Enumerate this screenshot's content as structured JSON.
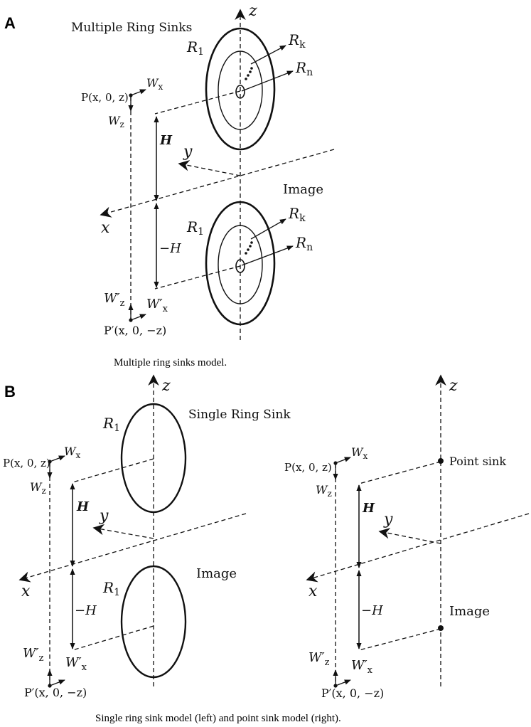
{
  "panel_a": {
    "letter": "A",
    "title": "Multiple Ring Sinks",
    "caption": "Multiple ring sinks model.",
    "labels": {
      "z": "z",
      "y": "y",
      "x": "x",
      "R1": "R",
      "R1_sub": "1",
      "Rk": "R",
      "Rk_sub": "k",
      "Rn": "R",
      "Rn_sub": "n",
      "R1b": "R",
      "R1b_sub": "1",
      "Rkb": "R",
      "Rkb_sub": "k",
      "Rnb": "R",
      "Rnb_sub": "n",
      "P": "P(x, 0, z)",
      "Pp": "P′(x, 0, −z)",
      "Wx": "W",
      "Wx_sub": "x",
      "Wz": "W",
      "Wz_sub": "z",
      "Wxp": "W′",
      "Wxp_sub": "x",
      "Wzp": "W′",
      "Wzp_sub": "z",
      "H": "H",
      "mH": "−H",
      "image": "Image"
    }
  },
  "panel_b": {
    "letter": "B",
    "caption": "Single ring sink model (left) and point sink model (right).",
    "left": {
      "title": "Single Ring Sink",
      "labels": {
        "z": "z",
        "y": "y",
        "x": "x",
        "R1": "R",
        "R1_sub": "1",
        "R1b": "R",
        "R1b_sub": "1",
        "P": "P(x, 0, z)",
        "Pp": "P′(x, 0, −z)",
        "Wx": "W",
        "Wx_sub": "x",
        "Wz": "W",
        "Wz_sub": "z",
        "Wxp": "W′",
        "Wxp_sub": "x",
        "Wzp": "W′",
        "Wzp_sub": "z",
        "H": "H",
        "mH": "−H",
        "image": "Image"
      }
    },
    "right": {
      "labels": {
        "z": "z",
        "y": "y",
        "x": "x",
        "point_sink": "Point sink",
        "P": "P(x, 0, z)",
        "Pp": "P′(x, 0, −z)",
        "Wx": "W",
        "Wx_sub": "x",
        "Wz": "W",
        "Wz_sub": "z",
        "Wxp": "W′",
        "Wxp_sub": "x",
        "Wzp": "W′",
        "Wzp_sub": "z",
        "H": "H",
        "mH": "−H",
        "image": "Image"
      }
    }
  }
}
